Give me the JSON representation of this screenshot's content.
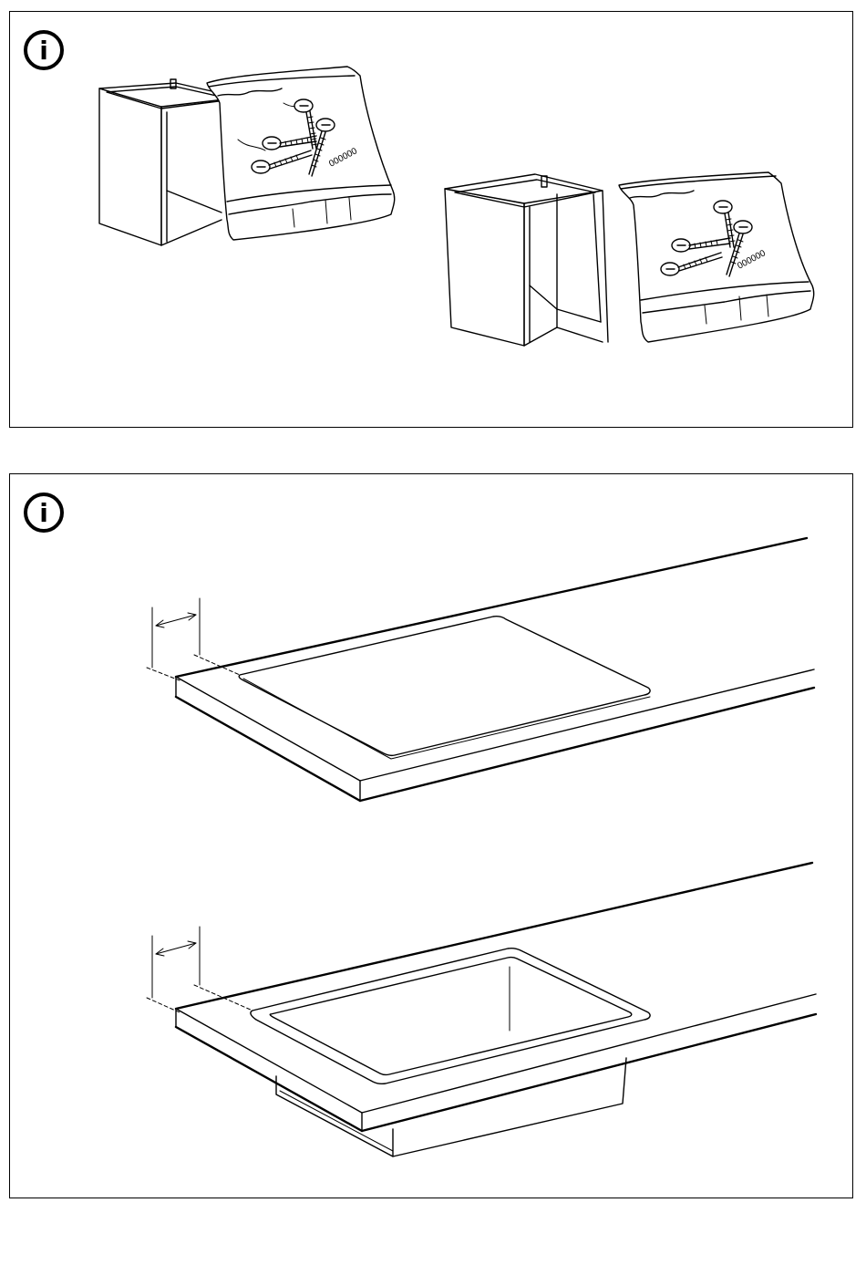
{
  "panels": [
    {
      "id": "panel-1",
      "icon": "info-icon",
      "icon_glyph": "i",
      "bag_text_1": "000000",
      "bag_text_2": "000000"
    },
    {
      "id": "panel-2",
      "icon": "info-icon",
      "icon_glyph": "i"
    }
  ]
}
